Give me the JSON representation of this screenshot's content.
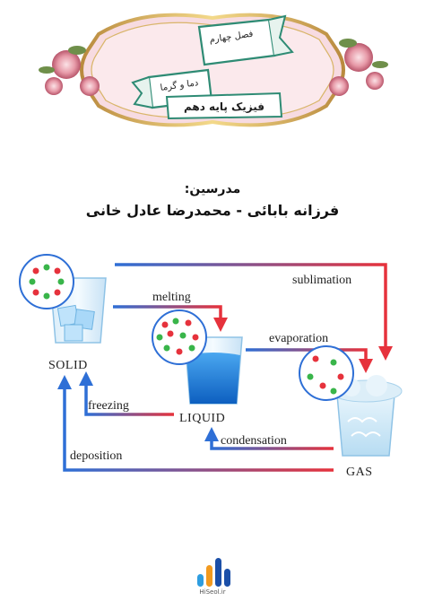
{
  "banner": {
    "chapter_title": "فصل چهارم",
    "topic_title": "دما و گرما",
    "book_title": "فیزیک پایه دهم"
  },
  "teachers": {
    "label": "مدرسین:",
    "names": "فرزانه بابائی - محمدرضا عادل خانی"
  },
  "diagram": {
    "states": {
      "solid": "SOLID",
      "liquid": "LIQUID",
      "gas": "GAS"
    },
    "processes": {
      "sublimation": "sublimation",
      "melting": "melting",
      "evaporation": "evaporation",
      "freezing": "freezing",
      "condensation": "condensation",
      "deposition": "deposition"
    },
    "colors": {
      "warm": "#e6323c",
      "cold": "#2e6fd6"
    }
  },
  "logo": {
    "text": "HiSeol.ir"
  }
}
